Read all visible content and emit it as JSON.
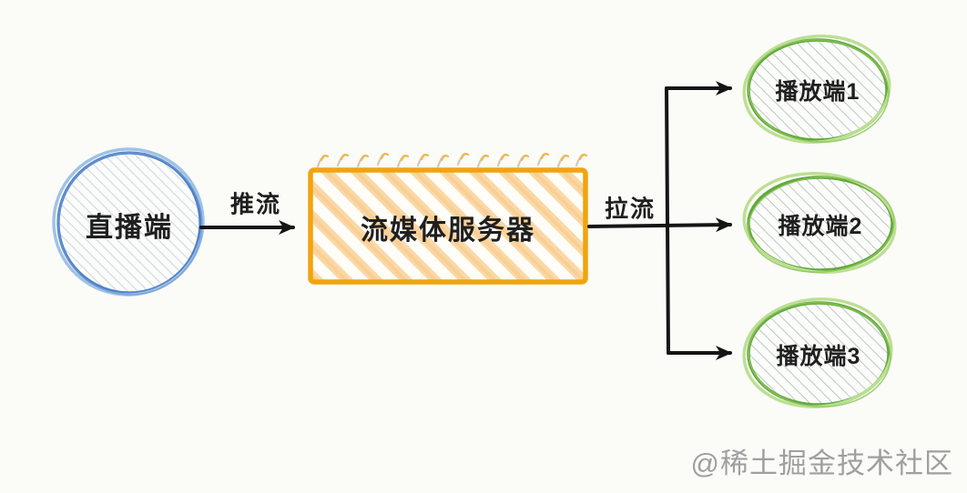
{
  "diagram": {
    "nodes": {
      "live": {
        "label": "直播端"
      },
      "server": {
        "label": "流媒体服务器"
      },
      "players": [
        {
          "label": "播放端1"
        },
        {
          "label": "播放端2"
        },
        {
          "label": "播放端3"
        }
      ]
    },
    "edges": {
      "push": {
        "label": "推流"
      },
      "pull": {
        "label": "拉流"
      }
    },
    "colors": {
      "live_node_blue": "#4f81c5",
      "live_node_blue_light": "#9fc2e6",
      "server_orange": "#f1a40e",
      "server_stripe": "#fbd8a6",
      "player_green": "#61a93a",
      "player_green_light": "#bcdf92",
      "arrow_black": "#151515",
      "watermark_gray": "#9f9f9f",
      "background": "#fbfbf8"
    }
  },
  "watermark": {
    "text": "@稀土掘金技术社区"
  }
}
